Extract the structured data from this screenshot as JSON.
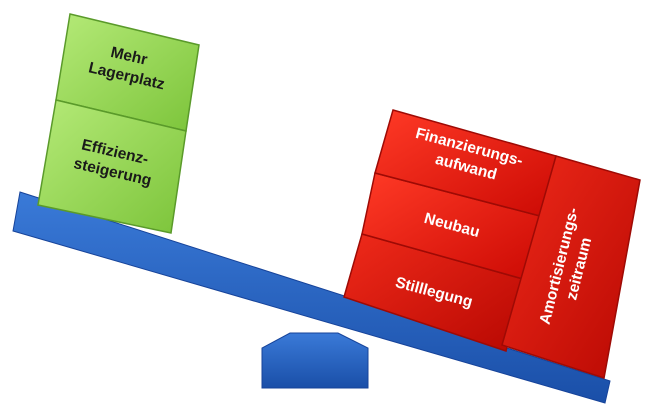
{
  "left_side": {
    "blocks": [
      {
        "lines": [
          "Mehr",
          "Lagerplatz"
        ]
      },
      {
        "lines": [
          "Effizienz-",
          "steigerung"
        ]
      }
    ],
    "color": "#8fd14f"
  },
  "right_side": {
    "blocks": [
      {
        "lines": [
          "Finanzierungs-",
          "aufwand"
        ]
      },
      {
        "lines": [
          "Neubau"
        ]
      },
      {
        "lines": [
          "Stilllegung"
        ]
      }
    ],
    "tall_block": {
      "lines": [
        "Amortisierungs-",
        "zeitraum"
      ]
    },
    "color": "#e8140c"
  },
  "beam_color": "#1f5fbf"
}
